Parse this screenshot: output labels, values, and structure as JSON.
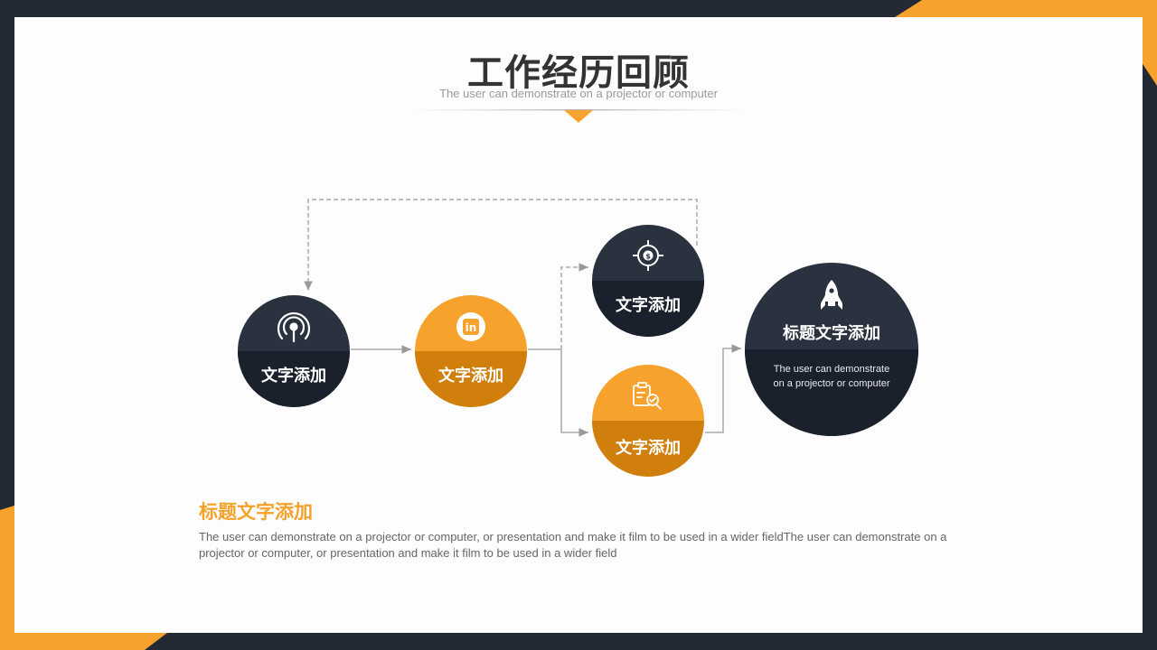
{
  "header": {
    "title": "工作经历回顾",
    "subtitle": "The user can demonstrate on a projector or computer"
  },
  "colors": {
    "dark": "#222a37",
    "dark_bottom": "#1b212c",
    "orange": "#f7a22c",
    "orange_bottom": "#d07f0d",
    "accent": "#f7a22c"
  },
  "nodes": [
    {
      "id": "n1",
      "label": "文字添加",
      "icon": "podcast-icon"
    },
    {
      "id": "n2",
      "label": "文字添加",
      "icon": "linkedin-icon"
    },
    {
      "id": "n3",
      "label": "文字添加",
      "icon": "target-dollar-icon"
    },
    {
      "id": "n4",
      "label": "文字添加",
      "icon": "search-document-icon"
    },
    {
      "id": "n5",
      "label": "标题文字添加",
      "icon": "rocket-icon",
      "desc_line1": "The user can demonstrate",
      "desc_line2": "on a projector or computer"
    }
  ],
  "footer": {
    "title": "标题文字添加",
    "body": "The user can demonstrate on a projector or computer, or presentation and make it film to be used in a wider fieldThe user can demonstrate on a projector or computer, or presentation and make it film to be used in a wider field"
  },
  "icon_glyphs": {
    "linkedin": "in"
  }
}
